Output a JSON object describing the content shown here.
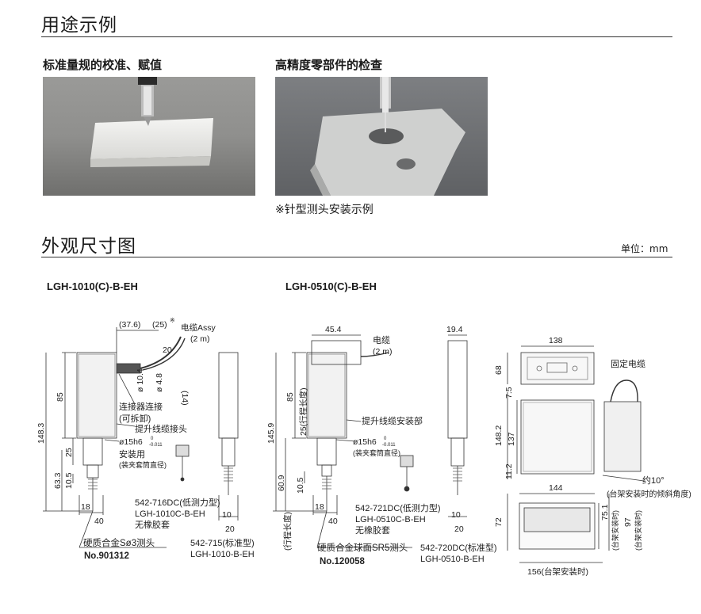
{
  "usage": {
    "title": "用途示例",
    "captions": [
      "标准量规的校准、赋值",
      "高精度零部件的检查"
    ],
    "photo_note": "※针型测头安装示例"
  },
  "dimensions": {
    "title": "外观尺寸图",
    "unit_label": "单位：mm",
    "model_left": "LGH-1010(C)-B-EH",
    "model_right": "LGH-0510(C)-B-EH"
  },
  "drawing": {
    "left": {
      "d_37_6": "(37.6)",
      "d_25": "(25)",
      "star": "※",
      "cable_assy": "电缆Assy",
      "cable_2m": "(2 m)",
      "d_20": "20",
      "d_10_4": "ø 10.4",
      "d_4_8": "ø 4.8",
      "d_14": "(14)",
      "d_85": "85",
      "d_148_3": "148.3",
      "d_25b": "25",
      "d_63_3": "63.3",
      "d_10_5": "10.5",
      "d_18": "18",
      "d_40": "40",
      "d_10": "10",
      "d_20b": "20",
      "connector": "连接器连接",
      "removable": "(可拆卸)",
      "lift_clip": "提升线缆接头",
      "phi15": "ø15h6",
      "tol_top": "0",
      "tol_bot": "-0.011",
      "mount": "安装用",
      "clamp": "(装夹套筒直径)",
      "p716a": "542-716DC(低测力型)",
      "p716b": "LGH-1010C-B-EH",
      "p716c": "无橡胶套",
      "p715a": "542-715(标准型)",
      "p715b": "LGH-1010-B-EH",
      "carbide": "硬质合金Sø3测头",
      "no1": "No.901312"
    },
    "right": {
      "d_45_4": "45.4",
      "cable": "电缆",
      "cable_2m": "(2 m)",
      "d_19_4": "19.4",
      "d_85": "85",
      "d_145_9": "145.9",
      "d_25stroke": "25(行程长度)",
      "d_60_9": "60.9",
      "d_10_5": "10.5",
      "stroke": "(行程长度)",
      "d_18": "18",
      "d_40": "40",
      "d_10": "10",
      "d_20": "20",
      "lift_part": "提升线缆安装部",
      "phi15": "ø15h6",
      "tol_top": "0",
      "tol_bot": "-0.011",
      "clamp": "(装夹套筒直径)",
      "p721a": "542-721DC(低测力型)",
      "p721b": "LGH-0510C-B-EH",
      "p721c": "无橡胶套",
      "p720a": "542-720DC(标准型)",
      "p720b": "LGH-0510-B-EH",
      "carbide": "硬质合金球面SR5测头",
      "no2": "No.120058"
    },
    "counter": {
      "d_138": "138",
      "d_68": "68",
      "d_7_5": "7.5",
      "d_148_2": "148.2",
      "d_137": "137",
      "d_11_2": "11.2",
      "fix_cable": "固定电缆",
      "angle": "约10°",
      "angle_note": "(台架安装时的倾斜角度)",
      "d_144": "144",
      "d_72": "72",
      "d_75_1": "75.1",
      "d_75_note": "(台架安装时)",
      "d_97": "97",
      "d_97_note": "(台架安装时)",
      "d_156": "156(台架安装时)"
    }
  }
}
